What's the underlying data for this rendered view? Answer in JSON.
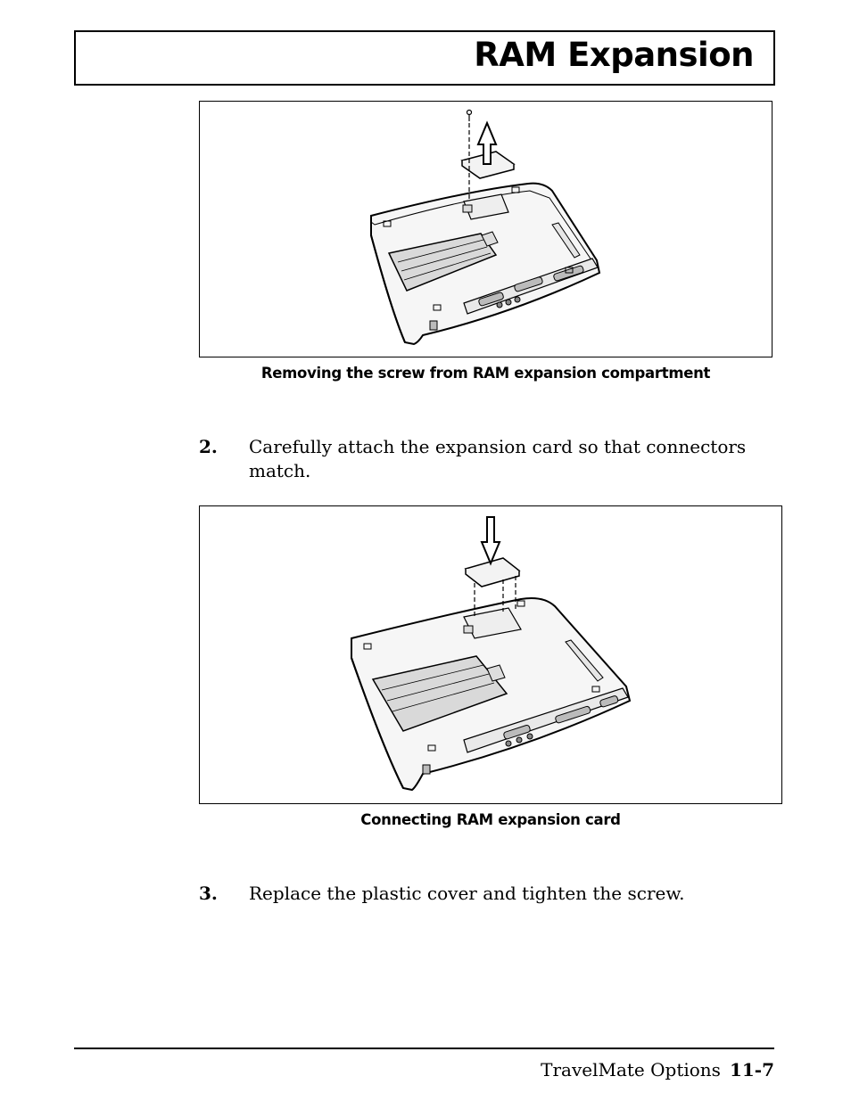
{
  "page": {
    "title": "RAM Expansion"
  },
  "figures": [
    {
      "caption": "Removing the screw from RAM expansion compartment"
    },
    {
      "caption": "Connecting RAM expansion card"
    }
  ],
  "steps": [
    {
      "number": "2.",
      "text": "Carefully attach the expansion card so that connectors match."
    },
    {
      "number": "3.",
      "text": "Replace the plastic cover and tighten the screw."
    }
  ],
  "footer": {
    "section": "TravelMate Options",
    "page_number": "11-7"
  }
}
